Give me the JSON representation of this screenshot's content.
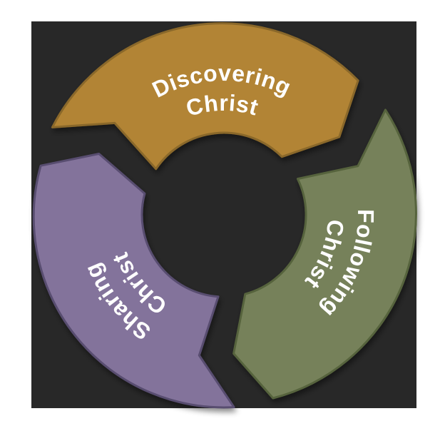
{
  "page": {
    "background_color": "#ffffff"
  },
  "panel": {
    "background_color": "#282828"
  },
  "diagram": {
    "type": "cycle-arrows",
    "direction": "counterclockwise",
    "text_color": "#ffffff",
    "segments": [
      {
        "position": "top",
        "label": "Discovering Christ",
        "line1": "Discovering",
        "line2": "Christ",
        "fill": "#b28434",
        "stroke": "#8a682b"
      },
      {
        "position": "left",
        "label": "Sharing Christ",
        "line1": "Sharing",
        "line2": "Christ",
        "fill": "#83739b",
        "stroke": "#594d70"
      },
      {
        "position": "right",
        "label": "Following Christ",
        "line1": "Following",
        "line2": "Christ",
        "fill": "#76815a",
        "stroke": "#57643c"
      }
    ]
  }
}
